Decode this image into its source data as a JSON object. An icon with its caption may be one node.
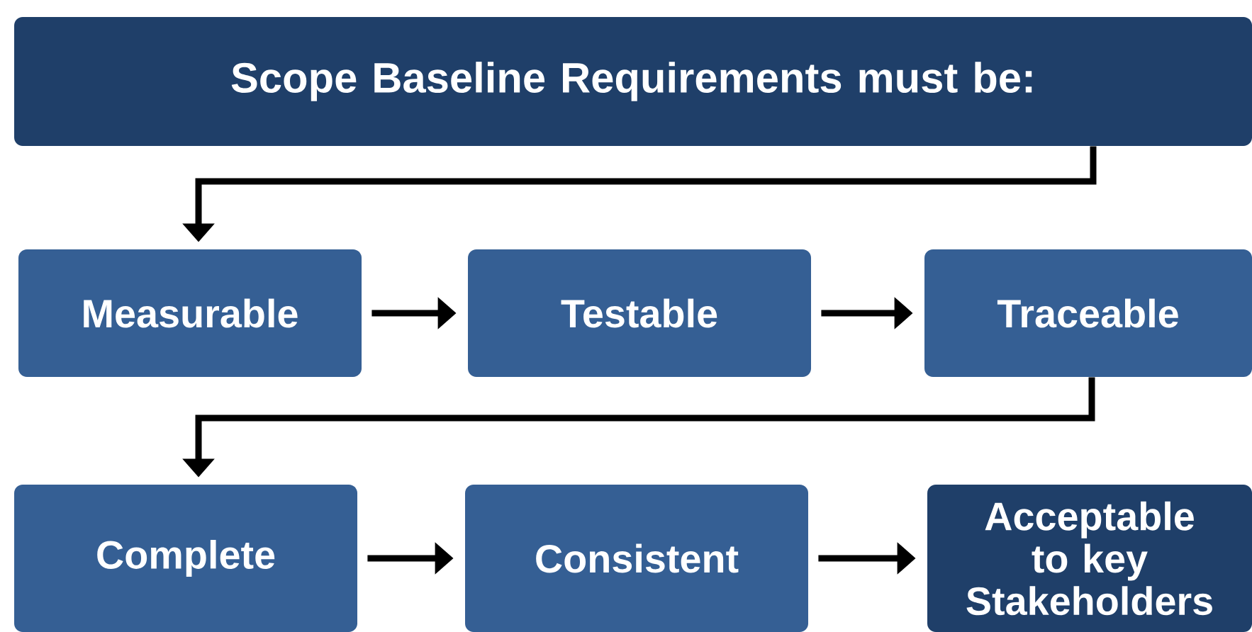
{
  "diagram": {
    "nodes": [
      {
        "text": [
          "Scope Baseline Requirements must be:"
        ]
      },
      {
        "text": [
          "Measurable"
        ]
      },
      {
        "text": [
          "Testable"
        ]
      },
      {
        "text": [
          "Traceable"
        ]
      },
      {
        "text": [
          "Complete"
        ]
      },
      {
        "text": [
          "Consistent"
        ]
      },
      {
        "text": [
          "Acceptable to key Stakeholders"
        ]
      }
    ],
    "edges": [
      {
        "from": 0,
        "to": 1,
        "arrow": "to"
      },
      {
        "from": 1,
        "to": 2,
        "arrow": "to"
      },
      {
        "from": 2,
        "to": 3,
        "arrow": "to"
      },
      {
        "from": 3,
        "to": 4,
        "arrow": "to"
      },
      {
        "from": 4,
        "to": 5,
        "arrow": "to"
      },
      {
        "from": 5,
        "to": 6,
        "arrow": "to"
      }
    ]
  }
}
